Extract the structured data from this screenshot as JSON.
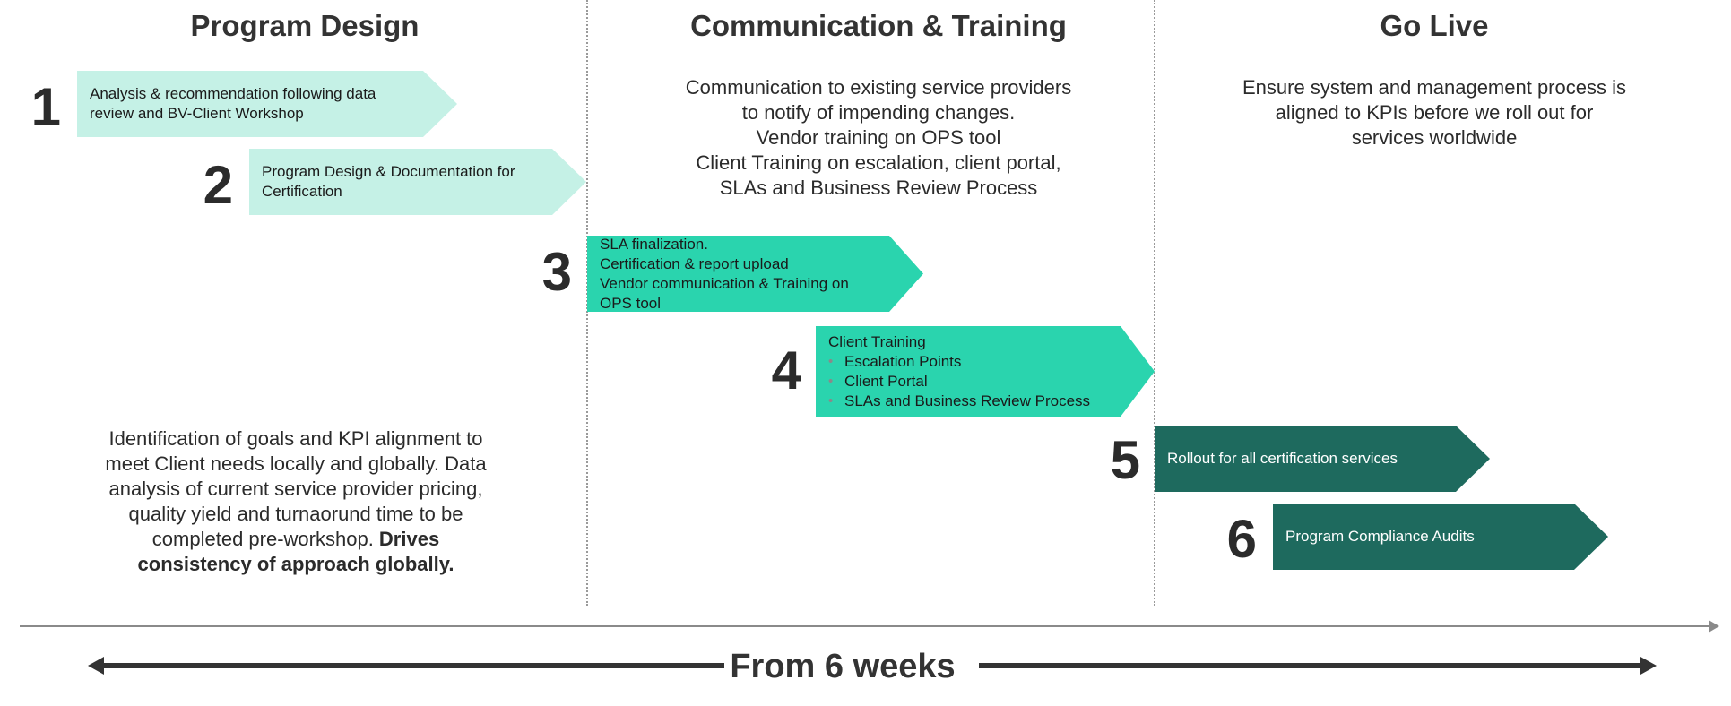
{
  "phases": [
    {
      "title": "Program Design"
    },
    {
      "title": "Communication & Training"
    },
    {
      "title": "Go Live"
    }
  ],
  "phase_descriptions": {
    "communication_training": [
      "Communication to existing service providers",
      "to notify of impending  changes.",
      "Vendor training on OPS tool",
      "Client Training on escalation, client portal,",
      "SLAs and Business Review Process"
    ],
    "go_live": [
      "Ensure system and management process is",
      "aligned to KPIs before we roll out for",
      "services worldwide"
    ],
    "program_design": {
      "lines": [
        "Identification of goals and KPI alignment  to",
        "meet Client needs locally and globally.  Data",
        "analysis of current service provider pricing,",
        "quality yield and turnaorund time to be"
      ],
      "last_line_plain": "completed pre-workshop. ",
      "last_line_bold": "Drives",
      "bold_line": "consistency of approach globally."
    }
  },
  "steps": [
    {
      "number": "1",
      "lines": [
        "Analysis & recommendation following data",
        "review and BV-Client Workshop"
      ],
      "color": "#c5f1e6"
    },
    {
      "number": "2",
      "lines": [
        "Program Design & Documentation for",
        "Certification"
      ],
      "color": "#c5f1e6"
    },
    {
      "number": "3",
      "lines": [
        "SLA finalization.",
        "Certification & report upload",
        "Vendor communication & Training on",
        "OPS tool"
      ],
      "color": "#2ad4ae"
    },
    {
      "number": "4",
      "heading": "Client Training",
      "bullets": [
        "Escalation Points",
        "Client Portal",
        "SLAs and Business Review Process"
      ],
      "color": "#2ad4ae"
    },
    {
      "number": "5",
      "lines": [
        "Rollout for all certification services"
      ],
      "color": "#1e6a5e"
    },
    {
      "number": "6",
      "lines": [
        "Program Compliance Audits"
      ],
      "color": "#1e6a5e"
    }
  ],
  "duration_label": "From 6 weeks"
}
